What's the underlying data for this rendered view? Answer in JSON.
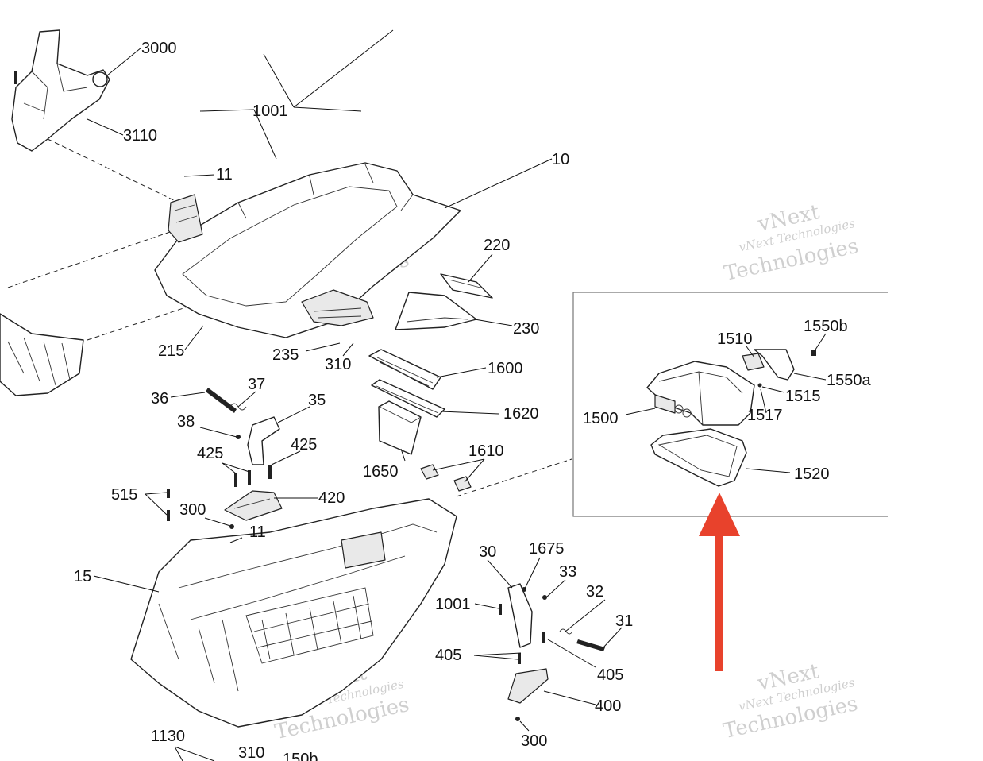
{
  "diagram": {
    "callouts": {
      "c3000": "3000",
      "c1001a": "1001",
      "c3110": "3110",
      "c11a": "11",
      "c10": "10",
      "c220": "220",
      "c230": "230",
      "c215": "215",
      "c235": "235",
      "c310a": "310",
      "c1600": "1600",
      "c1620": "1620",
      "c1650": "1650",
      "c1610": "1610",
      "c36": "36",
      "c37": "37",
      "c35": "35",
      "c38": "38",
      "c425a": "425",
      "c425b": "425",
      "c515": "515",
      "c300a": "300",
      "c420": "420",
      "c11b": "11",
      "c15": "15",
      "c30": "30",
      "c1675": "1675",
      "c33": "33",
      "c32": "32",
      "c1001b": "1001",
      "c31": "31",
      "c405a": "405",
      "c405b": "405",
      "c400": "400",
      "c300b": "300",
      "c1130": "1130",
      "c310b": "310",
      "c150b": "150b",
      "c1510": "1510",
      "c1550b": "1550b",
      "c1550a": "1550a",
      "c1515": "1515",
      "c1500": "1500",
      "c1517": "1517",
      "c1520": "1520"
    },
    "watermark": {
      "line1": "vNext Technologies",
      "line2": "Technologies",
      "logo": "vNext"
    },
    "arrow_color": "#e8422c"
  }
}
